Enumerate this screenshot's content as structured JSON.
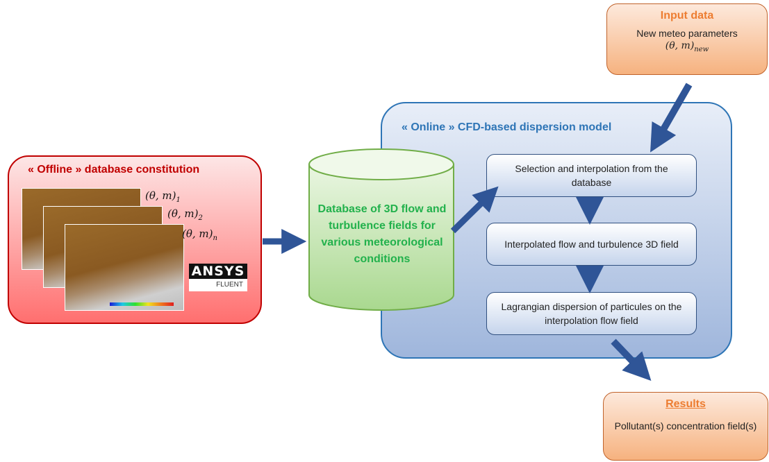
{
  "input_data": {
    "title": "Input data",
    "line1": "New meteo parameters",
    "math": "(θ, m)",
    "math_sub": "new"
  },
  "online": {
    "title": "« Online » CFD-based dispersion model",
    "steps": [
      "Selection and interpolation from the database",
      "Interpolated flow and turbulence 3D field",
      "Lagrangian dispersion of particules on the interpolation flow field"
    ]
  },
  "offline": {
    "title": "« Offline » database constitution",
    "labels": [
      {
        "text": "(θ, m)",
        "sub": "1"
      },
      {
        "text": "(θ, m)",
        "sub": "2"
      },
      {
        "text": "(θ, m)",
        "sub": "n"
      }
    ],
    "logo": {
      "main": "ANSYS",
      "sub": "FLUENT"
    }
  },
  "database": {
    "text": "Database of 3D flow and turbulence fields for various meteorological conditions"
  },
  "results": {
    "title": "Results",
    "line1": "Pollutant(s) concentration field(s)"
  },
  "colors": {
    "accent_orange": "#ed7d31",
    "online_blue": "#2e75b6",
    "offline_red": "#c00000",
    "database_green": "#22b14c",
    "arrow_blue": "#2f5597"
  }
}
